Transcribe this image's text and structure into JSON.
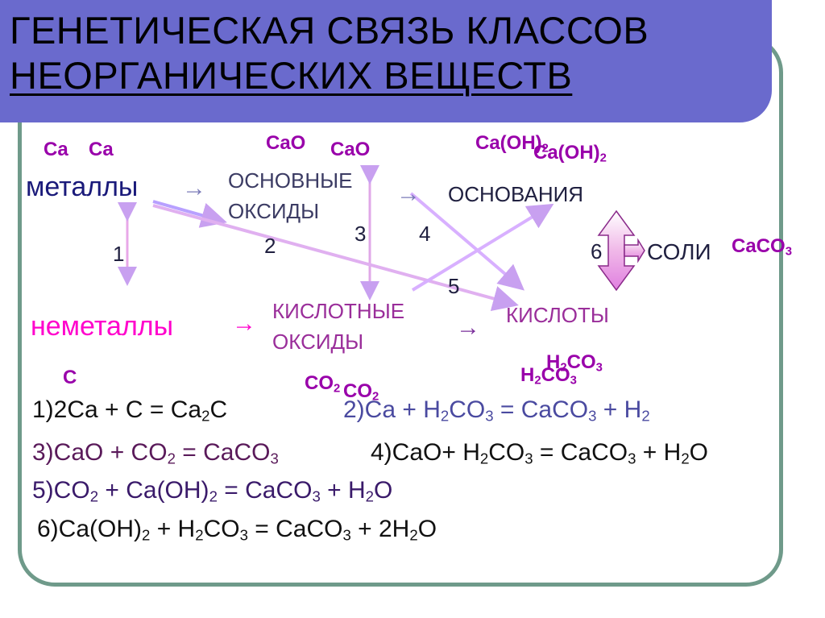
{
  "title": {
    "line1": "ГЕНЕТИЧЕСКАЯ СВЯЗЬ КЛАССОВ",
    "line2": "НЕОРГАНИЧЕСКИХ ВЕЩЕСТВ"
  },
  "classes": {
    "metals": "металлы",
    "basic_oxides_1": "ОСНОВНЫЕ",
    "basic_oxides_2": "ОКСИДЫ",
    "bases": "ОСНОВАНИЯ",
    "nonmetals": "неметаллы",
    "acid_oxides_1": "КИСЛОТНЫЕ",
    "acid_oxides_2": "ОКСИДЫ",
    "acids": "КИСЛОТЫ",
    "salts": "СОЛИ"
  },
  "arrow_glyph": "→",
  "numbers": {
    "n1": "1",
    "n2": "2",
    "n3": "3",
    "n4": "4",
    "n5": "5",
    "n6": "6"
  },
  "formulas": {
    "ca_1": "Ca",
    "ca_2": "Ca",
    "cao_1": "CaO",
    "cao_2": "CaO",
    "caoh_1": "Ca(OH)",
    "caoh_1_sub": "2",
    "caoh_2": "Ca(OH)",
    "caoh_2_sub": "2",
    "caco3": "CaCO",
    "caco3_sub": "3",
    "c": "C",
    "co2_1": "CO",
    "co2_1_sub": "2",
    "co2_2": "CO",
    "co2_2_sub": "2",
    "h2co3_1a": "H",
    "h2co3_1b": "2",
    "h2co3_1c": "CO",
    "h2co3_1d": "3",
    "h2co3_2a": "H",
    "h2co3_2b": "2",
    "h2co3_2c": "CO",
    "h2co3_2d": "3"
  },
  "equations": {
    "e1": {
      "a": "1)2Ca  + C =  Ca",
      "b": "2",
      "c": "C"
    },
    "e2": {
      "a": "2)Ca  + H",
      "b": "2",
      "c": "CO",
      "d": "3",
      "e": " = CaCO",
      "f": "3",
      "g": " + H",
      "h": "2"
    },
    "e3": {
      "a": "3)CaO  + CO",
      "b": "2",
      "c": " = CaCO",
      "d": "3"
    },
    "e4": {
      "a": "4)CaO+ H",
      "b": "2",
      "c": "CO",
      "d": "3",
      "e": " = CaCO",
      "f": "3",
      "g": " + H",
      "h": "2",
      "i": "O"
    },
    "e5": {
      "a": "5)CO",
      "b": "2",
      "c": " + Ca(OH)",
      "d": "2",
      "e": " = CaCO",
      "f": "3",
      "g": " + H",
      "h": "2",
      "i": "O"
    },
    "e6": {
      "a": "6)Ca(OH)",
      "b": "2",
      "c": " + H",
      "d": "2",
      "e": "CO",
      "f": "3",
      "g": " = CaCO",
      "h": "3",
      "i": " + 2H",
      "j": "2",
      "k": "O"
    }
  },
  "colors": {
    "title_bar": "#6a6acd",
    "frame": "#6f9a8a",
    "formula_purple": "#9900aa",
    "nonmetal_magenta": "#ff00cc",
    "metal_navy": "#1a1a7a",
    "arrow_lilac": "#d0a8f0"
  }
}
